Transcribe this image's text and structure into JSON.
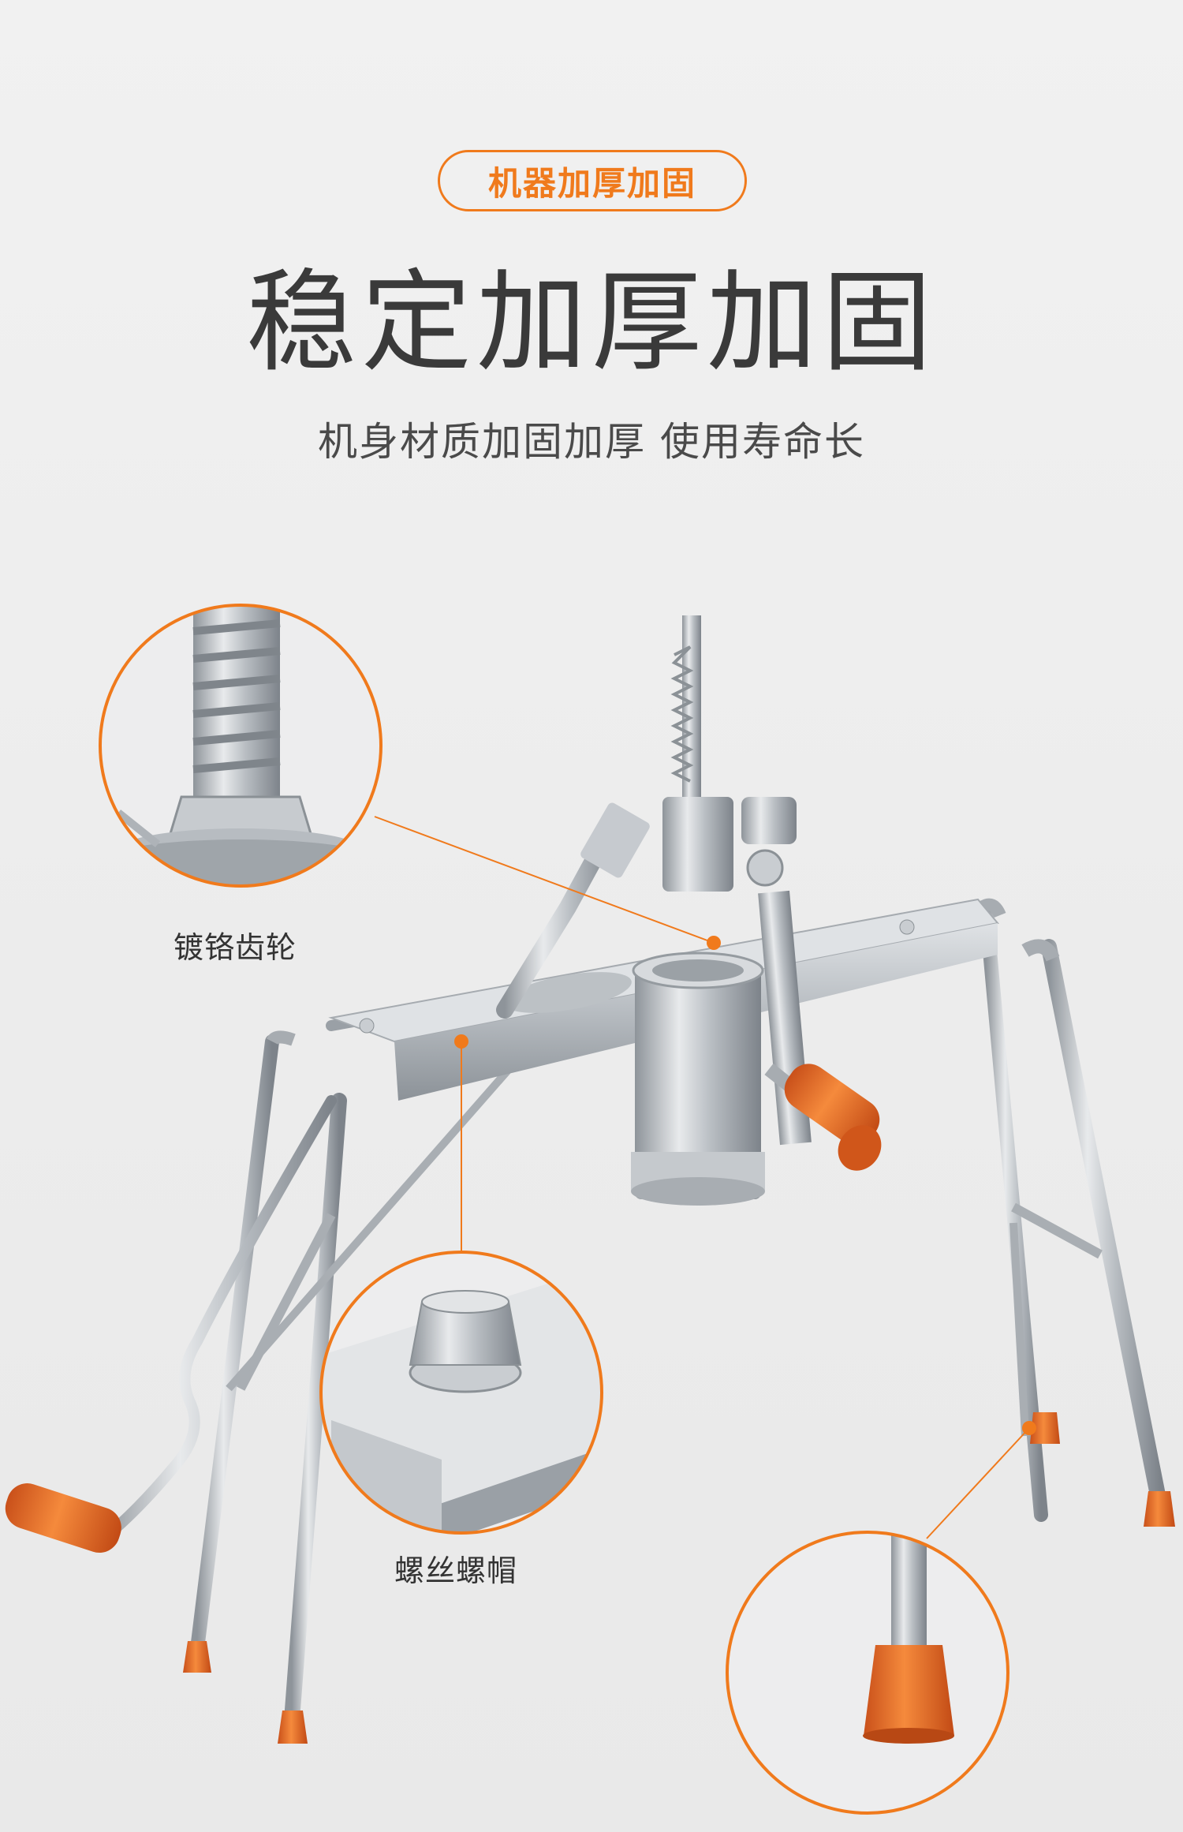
{
  "header": {
    "badge_text": "机器加厚加固",
    "title": "稳定加厚加固",
    "subtitle": "机身材质加固加厚 使用寿命长"
  },
  "callouts": [
    {
      "id": "gear",
      "label": "镀铬齿轮"
    },
    {
      "id": "nut",
      "label": "螺丝螺帽"
    },
    {
      "id": "foot",
      "label": ""
    }
  ],
  "colors": {
    "accent": "#f07a1c",
    "title_text": "#3a3a3a",
    "steel": "#bfc3c7",
    "rubber": "#ee6a1f"
  }
}
